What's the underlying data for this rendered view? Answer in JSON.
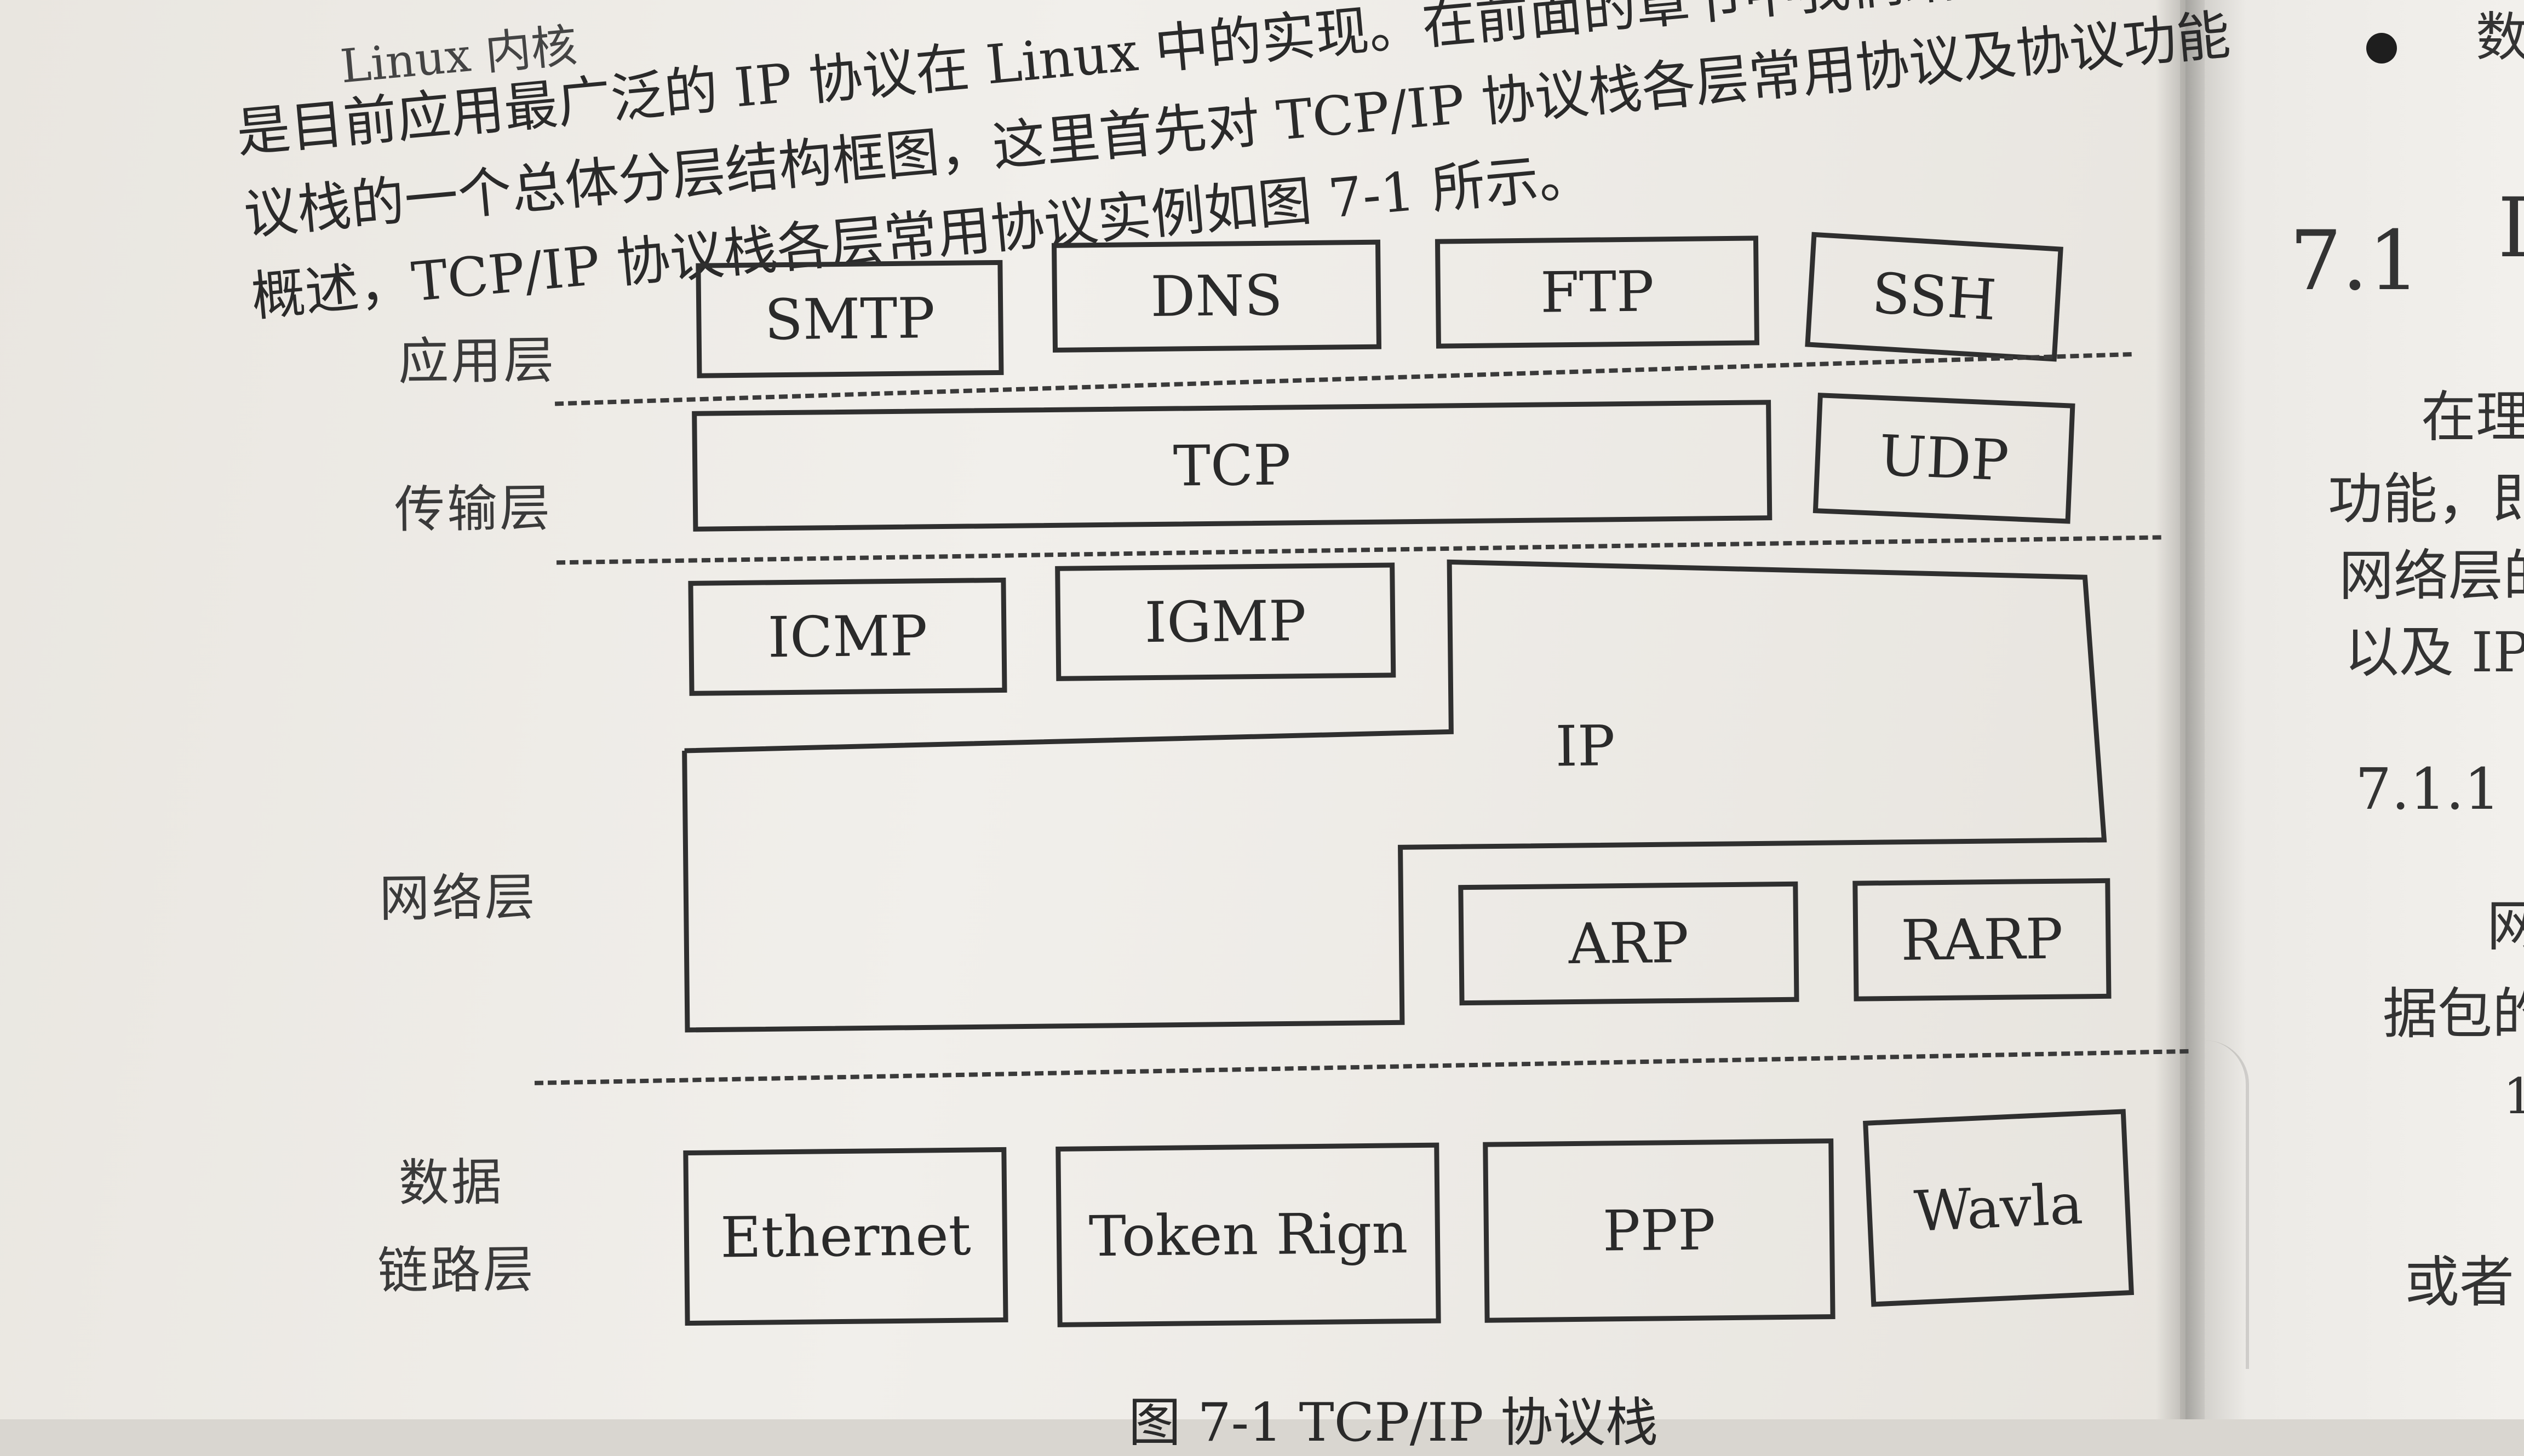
{
  "intro": {
    "line0": "Linux 内核",
    "line1": "是目前应用最广泛的 IP 协议在 Linux 中的实现。在前面的章节中我们给出的是 TCP",
    "line2": "议栈的一个总体分层结构框图，这里首先对 TCP/IP 协议栈各层常用协议及协议功能",
    "line3": "概述，TCP/IP 协议栈各层常用协议实例如图 7-1 所示。"
  },
  "layers": {
    "application": "应用层",
    "transport": "传输层",
    "network": "网络层",
    "datalink_1": "数据",
    "datalink_2": "链路层"
  },
  "protocols": {
    "smtp": "SMTP",
    "dns": "DNS",
    "ftp": "FTP",
    "ssh": "SSH",
    "tcp": "TCP",
    "udp": "UDP",
    "icmp": "ICMP",
    "igmp": "IGMP",
    "ip": "IP",
    "arp": "ARP",
    "rarp": "RARP",
    "ethernet": "Ethernet",
    "token_ring": "Token Rign",
    "ppp": "PPP",
    "wavla": "Wavla"
  },
  "caption": "图 7-1  TCP/IP 协议栈",
  "right_page": {
    "top_char": "数",
    "section": "7.1",
    "section_letter": "I",
    "line1": "在理",
    "line2": "功能，即",
    "line3": "网络层的",
    "line4": "以及 IP",
    "subsection": "7.1.1",
    "line5": "网",
    "line6": "据包的",
    "line7": "1",
    "line8": "或者"
  }
}
